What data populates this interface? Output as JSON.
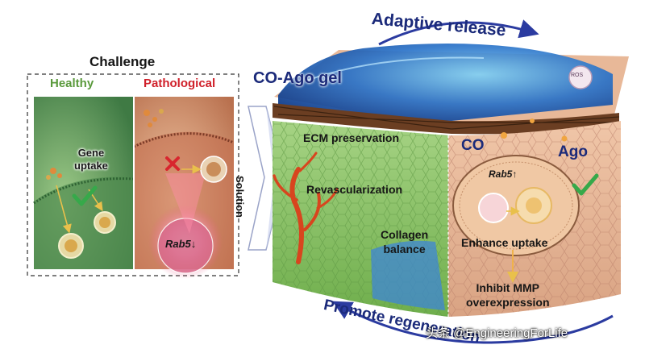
{
  "challenge": {
    "title": "Challenge",
    "healthy_label": "Healthy",
    "pathological_label": "Pathological",
    "gene_uptake": "Gene\nuptake",
    "rab5_down": "Rab5↓"
  },
  "solution_label": "Solution",
  "gel_label": "CO-Ago gel",
  "adaptive_release": "Adaptive release",
  "promote_regeneration": "Promote regeneration",
  "ros_label": "ROS",
  "scaffold_left": {
    "ecm": "ECM preservation",
    "revasc": "Revascularization",
    "collagen": "Collagen\nbalance"
  },
  "scaffold_right": {
    "co": "CO",
    "ago": "Ago",
    "rab5_up": "Rab5↑",
    "enhance": "Enhance uptake",
    "inhibit": "Inhibit MMP\noverexpression"
  },
  "watermark": "头条 @EngineeringForLife",
  "colors": {
    "healthy": "#5a9a3c",
    "pathological": "#d0202a",
    "navy": "#1b2a7a",
    "tissue_green": "#8cc46a",
    "tissue_peach": "#e8b898"
  }
}
